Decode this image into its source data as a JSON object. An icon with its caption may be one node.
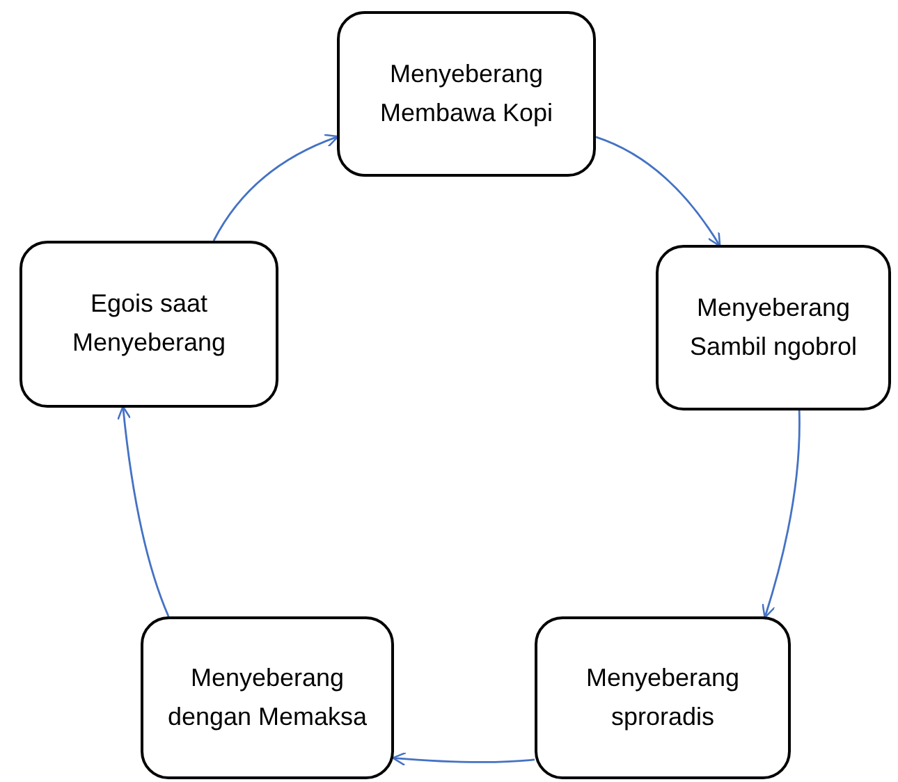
{
  "diagram": {
    "nodes": [
      {
        "text": [
          "Menyeberang Membawa Kopi"
        ]
      },
      {
        "text": [
          "Menyeberang Sambil ngobrol"
        ]
      },
      {
        "text": [
          "Menyeberang sproradis"
        ]
      },
      {
        "text": [
          "Menyeberang dengan Memaksa"
        ]
      },
      {
        "text": [
          "Egois saat Menyeberang"
        ]
      }
    ],
    "edges": [
      {
        "from": 0,
        "to": 1,
        "arrow": "to"
      },
      {
        "from": 1,
        "to": 2,
        "arrow": "to"
      },
      {
        "from": 2,
        "to": 3,
        "arrow": "to"
      },
      {
        "from": 3,
        "to": 4,
        "arrow": "to"
      },
      {
        "from": 4,
        "to": 0,
        "arrow": "to"
      }
    ]
  }
}
